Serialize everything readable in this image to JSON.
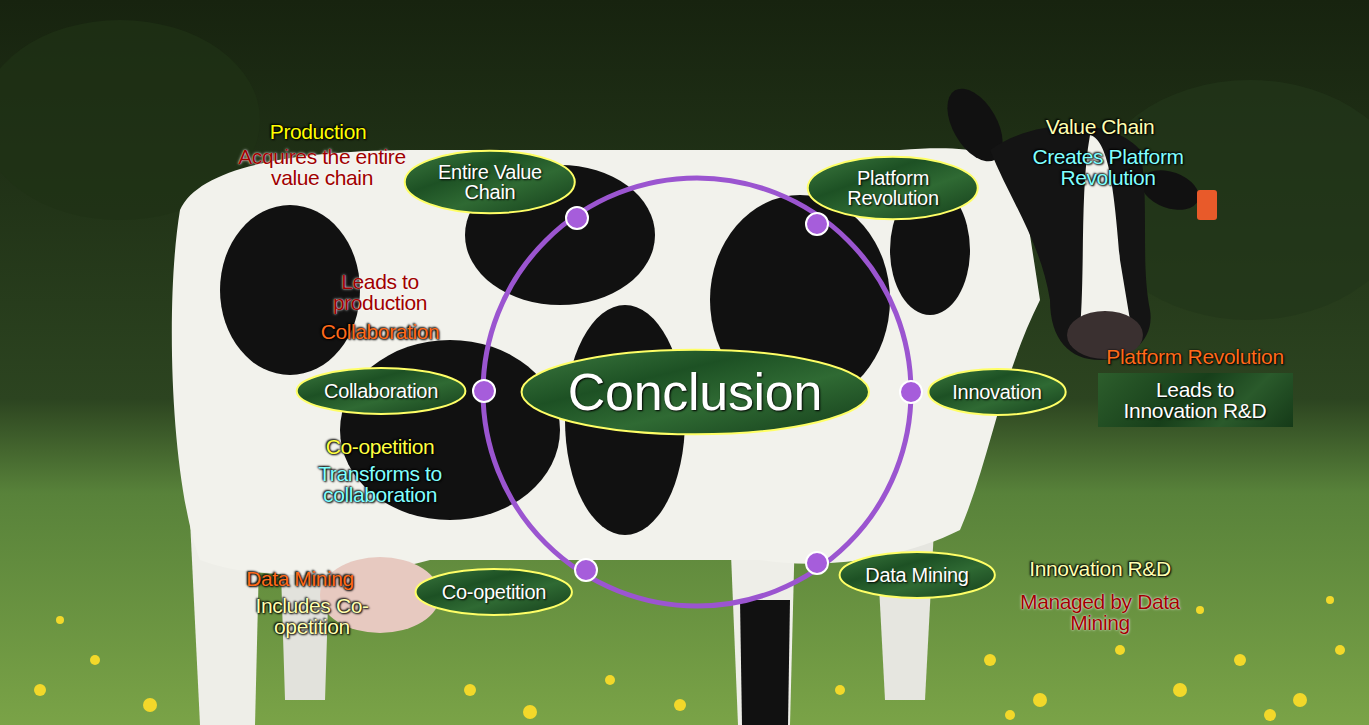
{
  "diagram": {
    "nodes": [
      {
        "text": [
          "Entire Value Chain"
        ]
      },
      {
        "text": [
          "Platform Revolution"
        ]
      },
      {
        "text": [
          "Collaboration"
        ]
      },
      {
        "text": [
          "Conclusion"
        ]
      },
      {
        "text": [
          "Innovation"
        ]
      },
      {
        "text": [
          "Platform Revolution",
          "Leads to Innovation R&D"
        ]
      },
      {
        "text": [
          "Co-opetition"
        ]
      },
      {
        "text": [
          "Data Mining"
        ]
      }
    ],
    "labels": [
      "Production",
      "Acquires the entire value chain",
      "Value Chain",
      "Creates Platform Revolution",
      "Leads to production",
      "Collaboration",
      "Co-opetition",
      "Transforms to collaboration",
      "Data Mining",
      "Includes Co-opetition",
      "Innovation R&D",
      "Managed by Data Mining"
    ]
  }
}
